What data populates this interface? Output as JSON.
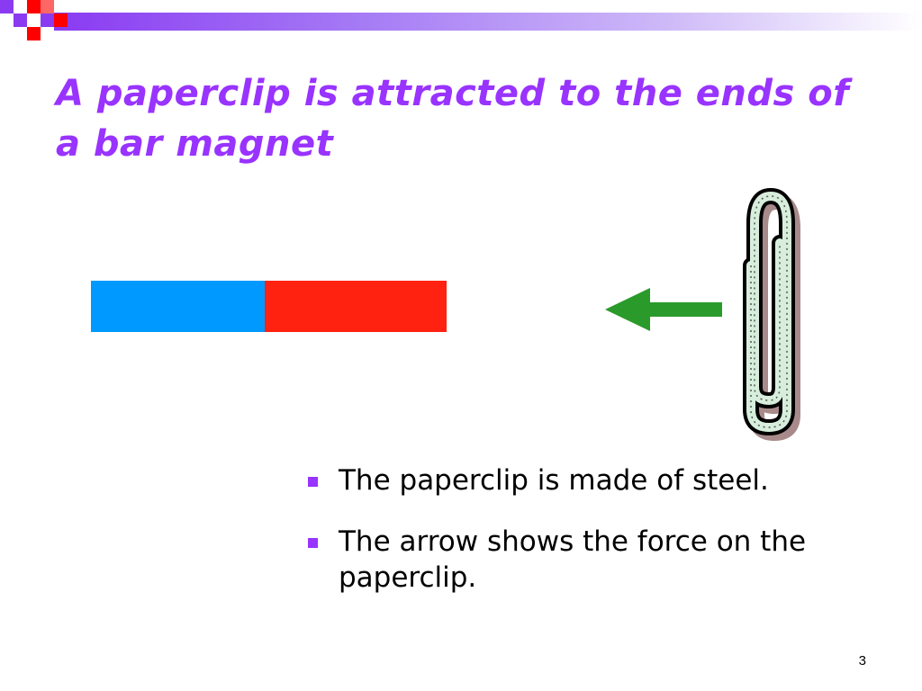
{
  "slide": {
    "title": "A paperclip is attracted to the ends of a bar magnet",
    "bullets": [
      {
        "text": "The paperclip is made of steel."
      },
      {
        "text": "The arrow shows the force on the  paperclip."
      }
    ],
    "slide_number": "3"
  },
  "colors": {
    "title": "#9933ff",
    "bullet_marker": "#9933ff",
    "magnet_left_pole": "#0099ff",
    "magnet_right_pole": "#ff2211",
    "arrow": "#2a9a2a",
    "paperclip_fill": "#d8eedc",
    "paperclip_outline": "#000000",
    "paperclip_shadow": "#a88a8a",
    "header_band_start": "#8a3bf2",
    "checker_red": "#ff0000",
    "checker_purple": "#8a3bf2"
  },
  "icons": {
    "arrow": "left-arrow-icon",
    "paperclip": "paperclip-icon",
    "bullet": "square-bullet-icon"
  }
}
